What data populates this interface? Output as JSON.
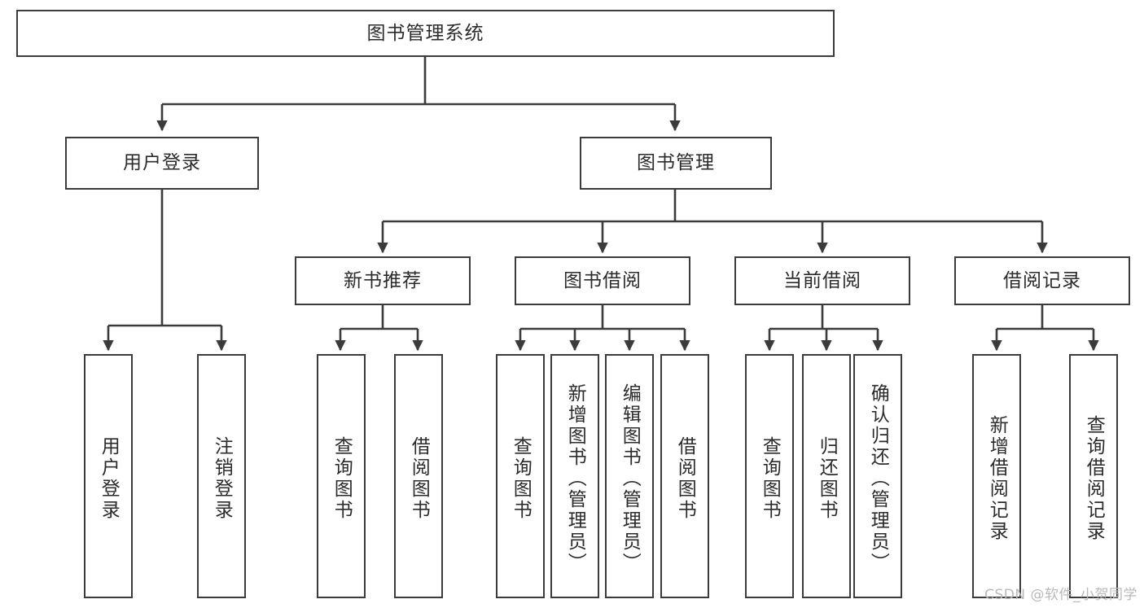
{
  "diagram": {
    "title": "图书管理系统",
    "type": "hierarchy-tree",
    "root": {
      "label": "图书管理系统"
    },
    "level2": [
      {
        "label": "用户登录"
      },
      {
        "label": "图书管理"
      }
    ],
    "level3": [
      {
        "label": "新书推荐"
      },
      {
        "label": "图书借阅"
      },
      {
        "label": "当前借阅"
      },
      {
        "label": "借阅记录"
      }
    ],
    "leaves": {
      "user_login": [
        {
          "label": "用户登录"
        },
        {
          "label": "注销登录"
        }
      ],
      "new_book_recommend": [
        {
          "label": "查询图书"
        },
        {
          "label": "借阅图书"
        }
      ],
      "book_borrow": [
        {
          "label": "查询图书"
        },
        {
          "label": "新增图书（管理员）"
        },
        {
          "label": "编辑图书（管理员）"
        },
        {
          "label": "借阅图书"
        }
      ],
      "current_borrow": [
        {
          "label": "查询图书"
        },
        {
          "label": "归还图书"
        },
        {
          "label": "确认归还（管理员）"
        }
      ],
      "borrow_record": [
        {
          "label": "新增借阅记录"
        },
        {
          "label": "查询借阅记录"
        }
      ]
    }
  },
  "watermark": {
    "text": "CSDN @软件_小贺同学"
  },
  "colors": {
    "stroke": "#3b3b3b",
    "text": "#2b2b2b",
    "background": "#ffffff",
    "watermark": "#b9b9b9"
  }
}
